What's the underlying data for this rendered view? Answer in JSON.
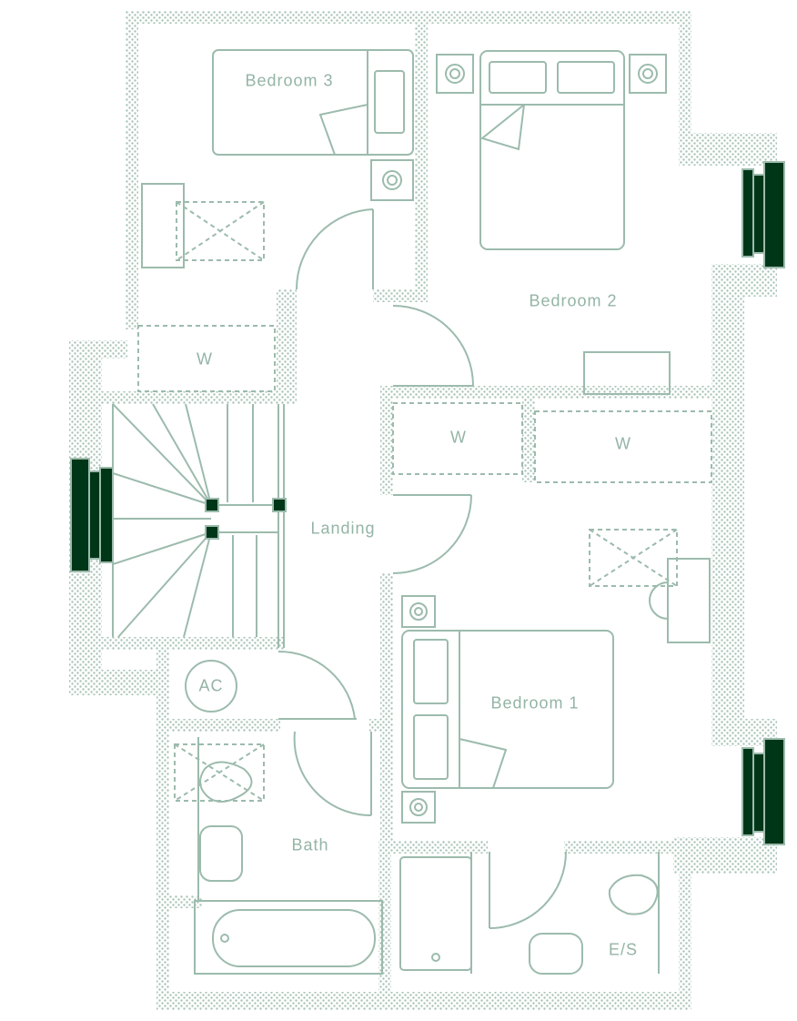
{
  "colors": {
    "line": "#9cbbad",
    "window": "#003618",
    "wall": "#a9c4b7"
  },
  "rooms": {
    "bedroom3": "Bedroom 3",
    "bedroom2": "Bedroom 2",
    "bedroom1": "Bedroom 1",
    "landing": "Landing",
    "bath": "Bath",
    "ensuite": "E/S",
    "ac": "AC",
    "wardrobe1": "W",
    "wardrobe2": "W",
    "wardrobe3": "W"
  }
}
